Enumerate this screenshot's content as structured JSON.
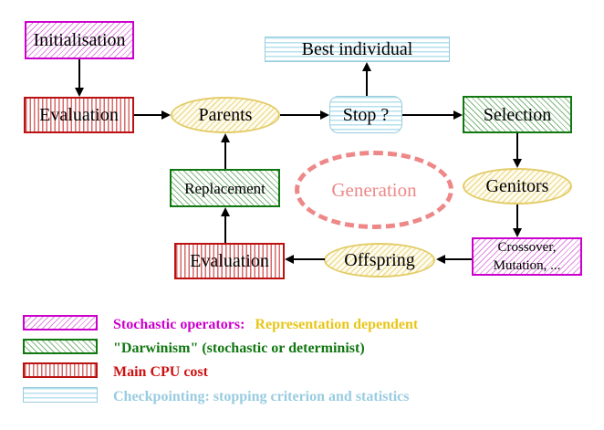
{
  "nodes": {
    "initialisation": "Initialisation",
    "best_individual": "Best individual",
    "evaluation_top": "Evaluation",
    "parents": "Parents",
    "stop": "Stop ?",
    "selection": "Selection",
    "replacement": "Replacement",
    "generation": "Generation",
    "genitors": "Genitors",
    "evaluation_bottom": "Evaluation",
    "offspring": "Offspring",
    "crossover_line1": "Crossover,",
    "crossover_line2": "Mutation, ..."
  },
  "edges": [
    {
      "from": "Initialisation",
      "to": "Evaluation"
    },
    {
      "from": "Evaluation",
      "to": "Parents"
    },
    {
      "from": "Parents",
      "to": "Stop ?"
    },
    {
      "from": "Stop ?",
      "to": "Best individual"
    },
    {
      "from": "Stop ?",
      "to": "Selection"
    },
    {
      "from": "Selection",
      "to": "Genitors"
    },
    {
      "from": "Genitors",
      "to": "Crossover, Mutation, ..."
    },
    {
      "from": "Crossover, Mutation, ...",
      "to": "Offspring"
    },
    {
      "from": "Offspring",
      "to": "Evaluation"
    },
    {
      "from": "Evaluation",
      "to": "Replacement"
    },
    {
      "from": "Replacement",
      "to": "Parents"
    }
  ],
  "legend": {
    "stochastic_label": "Stochastic operators:",
    "stochastic_extra": "Representation dependent",
    "darwinism_label": "\"Darwinism\" (stochastic or determinist)",
    "cpu_label": "Main CPU cost",
    "checkpoint_label": "Checkpointing: stopping criterion and statistics"
  },
  "colors": {
    "magenta": "#cc00cc",
    "dark_green": "#117711",
    "red": "#bb1111",
    "light_blue": "#99ccdd",
    "yellow_border": "#e3cc66",
    "gold_text": "#e8c61a",
    "salmon": "#ee8888",
    "black": "#000000",
    "background": "#ffffff"
  }
}
